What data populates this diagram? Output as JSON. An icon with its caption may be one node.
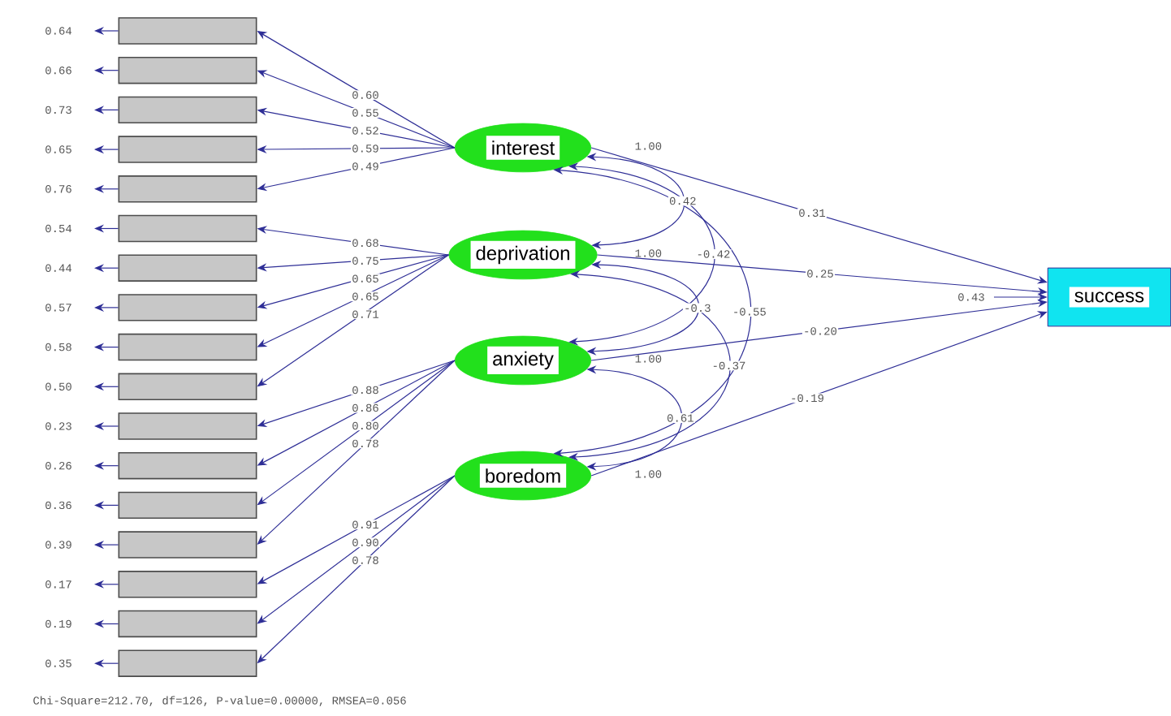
{
  "diagram": {
    "nodes": [
      {
        "text": [],
        "shape": "box"
      },
      {
        "text": [],
        "shape": "box"
      },
      {
        "text": [],
        "shape": "box"
      },
      {
        "text": [],
        "shape": "box"
      },
      {
        "text": [],
        "shape": "box"
      },
      {
        "text": [],
        "shape": "box"
      },
      {
        "text": [],
        "shape": "box"
      },
      {
        "text": [],
        "shape": "box"
      },
      {
        "text": [],
        "shape": "box"
      },
      {
        "text": [],
        "shape": "box"
      },
      {
        "text": [],
        "shape": "box"
      },
      {
        "text": [],
        "shape": "box"
      },
      {
        "text": [],
        "shape": "box"
      },
      {
        "text": [],
        "shape": "box"
      },
      {
        "text": [],
        "shape": "box"
      },
      {
        "text": [],
        "shape": "box"
      },
      {
        "text": [],
        "shape": "box"
      },
      {
        "text": [
          "interest"
        ],
        "beside": [
          "1.00"
        ]
      },
      {
        "text": [
          "deprivation"
        ],
        "beside": [
          "1.00"
        ]
      },
      {
        "text": [
          "anxiety"
        ],
        "beside": [
          "1.00"
        ]
      },
      {
        "text": [
          "boredom"
        ],
        "beside": [
          "1.00"
        ]
      },
      {
        "text": [
          "success"
        ]
      }
    ],
    "edges": [
      {
        "from": 0,
        "to": null,
        "arrow": "to",
        "label": "0.64"
      },
      {
        "from": 1,
        "to": null,
        "arrow": "to",
        "label": "0.66"
      },
      {
        "from": 2,
        "to": null,
        "arrow": "to",
        "label": "0.73"
      },
      {
        "from": 3,
        "to": null,
        "arrow": "to",
        "label": "0.65"
      },
      {
        "from": 4,
        "to": null,
        "arrow": "to",
        "label": "0.76"
      },
      {
        "from": 5,
        "to": null,
        "arrow": "to",
        "label": "0.54"
      },
      {
        "from": 6,
        "to": null,
        "arrow": "to",
        "label": "0.44"
      },
      {
        "from": 7,
        "to": null,
        "arrow": "to",
        "label": "0.57"
      },
      {
        "from": 8,
        "to": null,
        "arrow": "to",
        "label": "0.58"
      },
      {
        "from": 9,
        "to": null,
        "arrow": "to",
        "label": "0.50"
      },
      {
        "from": 10,
        "to": null,
        "arrow": "to",
        "label": "0.23"
      },
      {
        "from": 11,
        "to": null,
        "arrow": "to",
        "label": "0.26"
      },
      {
        "from": 12,
        "to": null,
        "arrow": "to",
        "label": "0.36"
      },
      {
        "from": 13,
        "to": null,
        "arrow": "to",
        "label": "0.39"
      },
      {
        "from": 14,
        "to": null,
        "arrow": "to",
        "label": "0.17"
      },
      {
        "from": 15,
        "to": null,
        "arrow": "to",
        "label": "0.19"
      },
      {
        "from": 16,
        "to": null,
        "arrow": "to",
        "label": "0.35"
      },
      {
        "from": 17,
        "to": 0,
        "arrow": "to",
        "label": "0.60"
      },
      {
        "from": 17,
        "to": 1,
        "arrow": "to",
        "label": "0.55"
      },
      {
        "from": 17,
        "to": 2,
        "arrow": "to",
        "label": "0.52"
      },
      {
        "from": 17,
        "to": 3,
        "arrow": "to",
        "label": "0.59"
      },
      {
        "from": 17,
        "to": 4,
        "arrow": "to",
        "label": "0.49"
      },
      {
        "from": 18,
        "to": 5,
        "arrow": "to",
        "label": "0.68"
      },
      {
        "from": 18,
        "to": 6,
        "arrow": "to",
        "label": "0.75"
      },
      {
        "from": 18,
        "to": 7,
        "arrow": "to",
        "label": "0.65"
      },
      {
        "from": 18,
        "to": 8,
        "arrow": "to",
        "label": "0.65"
      },
      {
        "from": 18,
        "to": 9,
        "arrow": "to",
        "label": "0.71"
      },
      {
        "from": 19,
        "to": 10,
        "arrow": "to",
        "label": "0.88"
      },
      {
        "from": 19,
        "to": 11,
        "arrow": "to",
        "label": "0.86"
      },
      {
        "from": 19,
        "to": 12,
        "arrow": "to",
        "label": "0.80"
      },
      {
        "from": 19,
        "to": 13,
        "arrow": "to",
        "label": "0.78"
      },
      {
        "from": 20,
        "to": 14,
        "arrow": "to",
        "label": "0.91"
      },
      {
        "from": 20,
        "to": 15,
        "arrow": "to",
        "label": "0.90"
      },
      {
        "from": 20,
        "to": 16,
        "arrow": "to",
        "label": "0.78"
      },
      {
        "from": 17,
        "to": 18,
        "arrow": "both",
        "label": "0.42"
      },
      {
        "from": 17,
        "to": 19,
        "arrow": "both",
        "label": "-0.42"
      },
      {
        "from": 18,
        "to": 19,
        "arrow": "both",
        "label": "-0.3"
      },
      {
        "from": 17,
        "to": 20,
        "arrow": "both",
        "label": "-0.55"
      },
      {
        "from": 18,
        "to": 20,
        "arrow": "both",
        "label": "-0.37"
      },
      {
        "from": 19,
        "to": 20,
        "arrow": "both",
        "label": "0.61"
      },
      {
        "from": 17,
        "to": 21,
        "arrow": "to",
        "label": "0.31"
      },
      {
        "from": 18,
        "to": 21,
        "arrow": "to",
        "label": "0.25"
      },
      {
        "from": 19,
        "to": 21,
        "arrow": "to",
        "label": "-0.20"
      },
      {
        "from": 20,
        "to": 21,
        "arrow": "to",
        "label": "-0.19"
      },
      {
        "from": null,
        "to": 21,
        "arrow": "to",
        "label": "0.43"
      }
    ],
    "labels": [
      "Chi-Square=212.70, df=126, P-value=0.00000, RMSEA=0.056"
    ]
  }
}
